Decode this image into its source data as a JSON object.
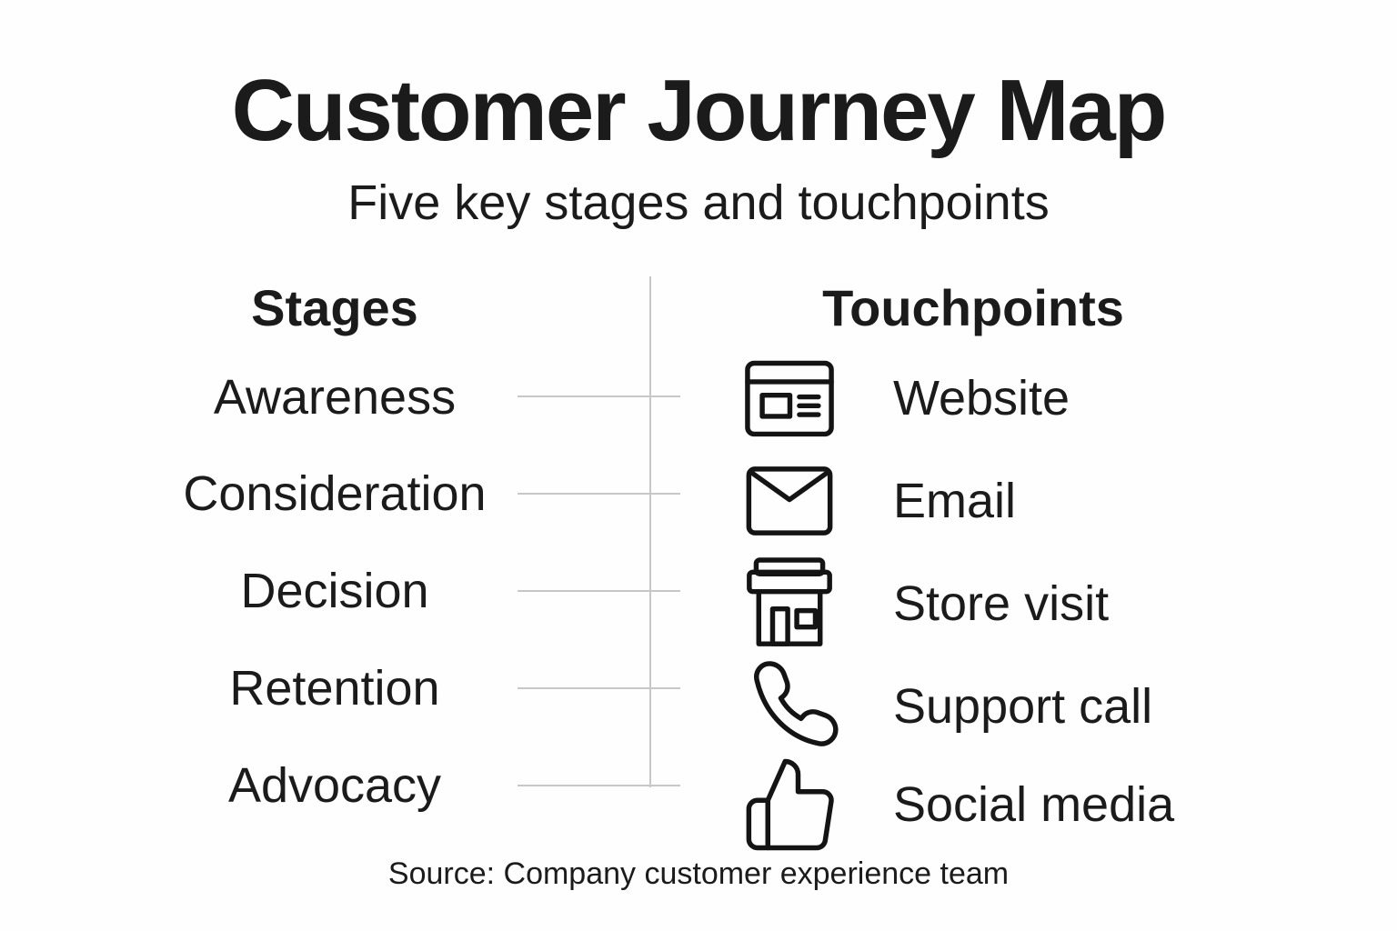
{
  "title": "Customer Journey Map",
  "subtitle": "Five key stages and touchpoints",
  "stages": {
    "header": "Stages",
    "items": [
      "Awareness",
      "Consideration",
      "Decision",
      "Retention",
      "Advocacy"
    ]
  },
  "touchpoints": {
    "header": "Touchpoints",
    "items": [
      {
        "icon": "browser-icon",
        "label": "Website"
      },
      {
        "icon": "email-icon",
        "label": "Email"
      },
      {
        "icon": "store-icon",
        "label": "Store visit"
      },
      {
        "icon": "phone-icon",
        "label": "Support call"
      },
      {
        "icon": "thumbs-up-icon",
        "label": "Social media"
      }
    ]
  },
  "source": "Source: Company customer experience team",
  "colors": {
    "text": "#1b1b1b",
    "icon_stroke": "#141414",
    "line_gray": "#c7c7c7",
    "background": "#fefefe"
  }
}
